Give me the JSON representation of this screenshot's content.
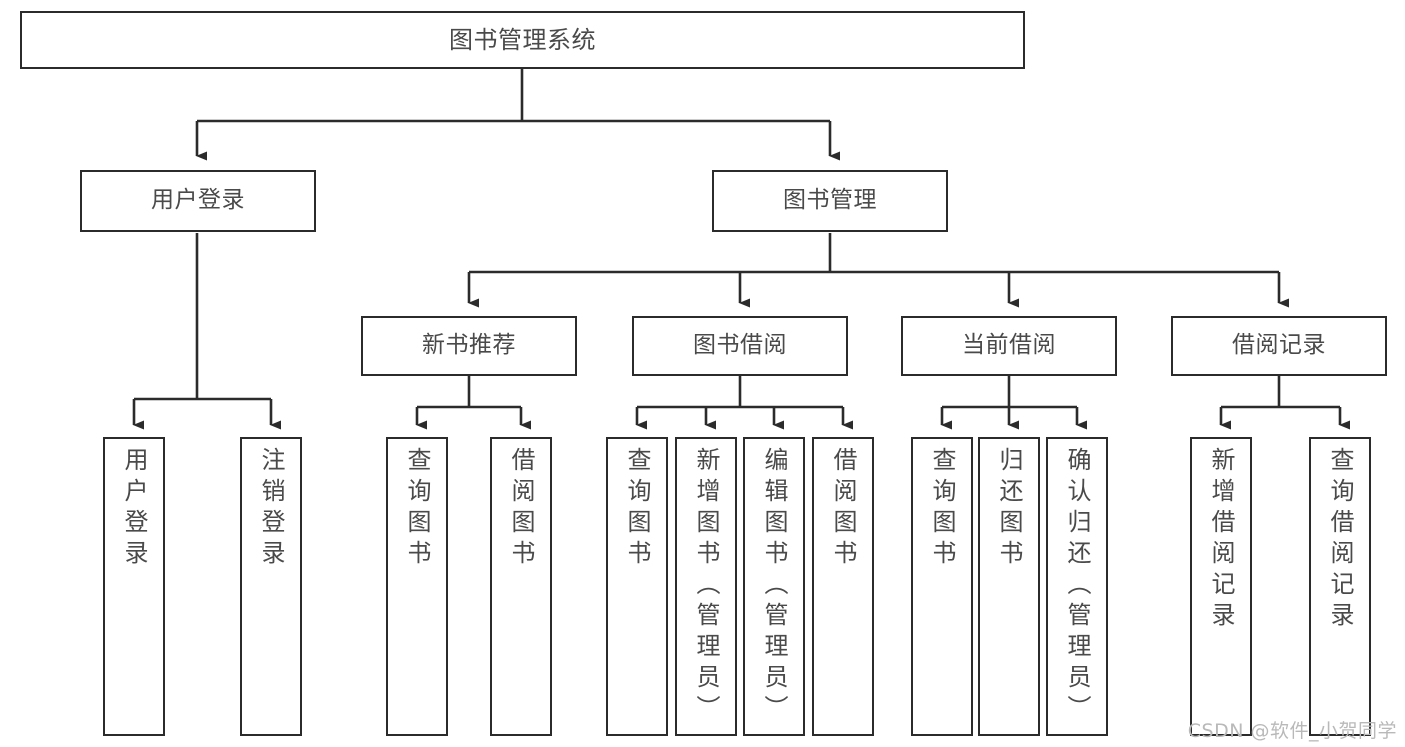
{
  "diagram": {
    "title": "图书管理系统",
    "type": "tree-hierarchy",
    "watermark": "CSDN @软件_小贺同学",
    "colors": {
      "box_border": "#2b2b2b",
      "box_fill": "#ffffff",
      "text": "#4a4a4a",
      "edge": "#2b2b2b",
      "watermark": "#b9b9b9",
      "background": "#ffffff"
    },
    "levels": {
      "root": {
        "label": "图书管理系统"
      },
      "level2": [
        {
          "label": "用户登录"
        },
        {
          "label": "图书管理"
        }
      ],
      "level3": [
        {
          "label": "新书推荐"
        },
        {
          "label": "图书借阅"
        },
        {
          "label": "当前借阅"
        },
        {
          "label": "借阅记录"
        }
      ],
      "leaves": {
        "user_login": [
          {
            "label": "用户登录"
          },
          {
            "label": "注销登录"
          }
        ],
        "new_book_recommend": [
          {
            "label": "查询图书"
          },
          {
            "label": "借阅图书"
          }
        ],
        "book_borrow": [
          {
            "label": "查询图书"
          },
          {
            "label": "新增图书（管理员）"
          },
          {
            "label": "编辑图书（管理员）"
          },
          {
            "label": "借阅图书"
          }
        ],
        "current_borrow": [
          {
            "label": "查询图书"
          },
          {
            "label": "归还图书"
          },
          {
            "label": "确认归还（管理员）"
          }
        ],
        "borrow_record": [
          {
            "label": "新增借阅记录"
          },
          {
            "label": "查询借阅记录"
          }
        ]
      }
    }
  }
}
